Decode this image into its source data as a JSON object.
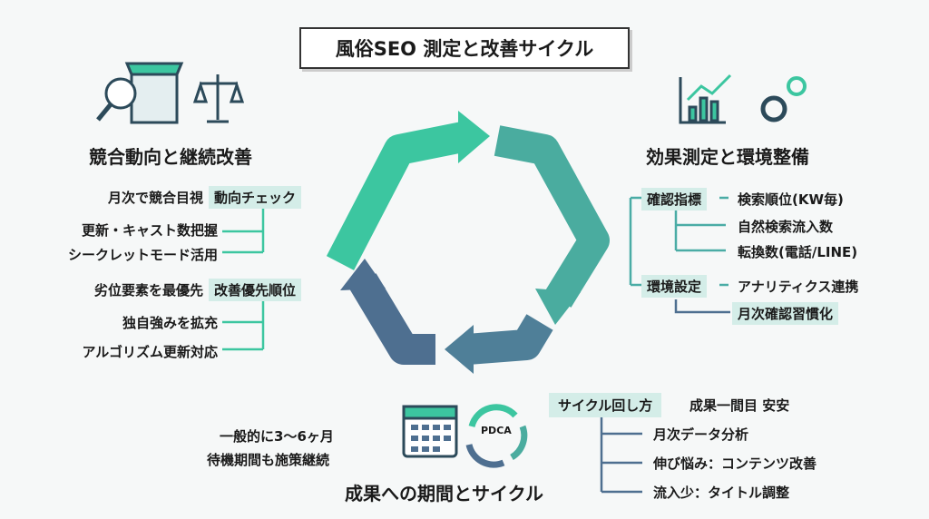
{
  "title": "風俗SEO 測定と改善サイクル",
  "left": {
    "heading": "競合動向と継続改善",
    "group1": {
      "tag": "動向チェック",
      "items": [
        "月次で競合目視",
        "更新・キャスト数把握",
        "シークレットモード活用"
      ]
    },
    "group2": {
      "tag": "改善優先順位",
      "items": [
        "劣位要素を最優先",
        "独自強みを拡充",
        "アルゴリズム更新対応"
      ]
    }
  },
  "right": {
    "heading": "効果測定と環境整備",
    "group1": {
      "tag": "確認指標",
      "items": [
        "検索順位(KW毎)",
        "自然検索流入数",
        "転換数(電話/LINE)"
      ]
    },
    "group2": {
      "tag": "環境設定",
      "items": [
        "アナリティクス連携",
        "月次確認習慣化"
      ]
    }
  },
  "bottom": {
    "heading": "成果への期間とサイクル",
    "notes": [
      "一般的に3〜6ヶ月",
      "待機期間も施策継続"
    ],
    "pdca": "PDCA",
    "tag": "サイクル回し方",
    "tag_note": "成果一間目 安安",
    "items": [
      "月次データ分析",
      "伸び悩み：コンテンツ改善",
      "流入少：タイトル調整"
    ]
  },
  "colors": {
    "teal": "#3cc6a0",
    "slate": "#4e6f90"
  }
}
